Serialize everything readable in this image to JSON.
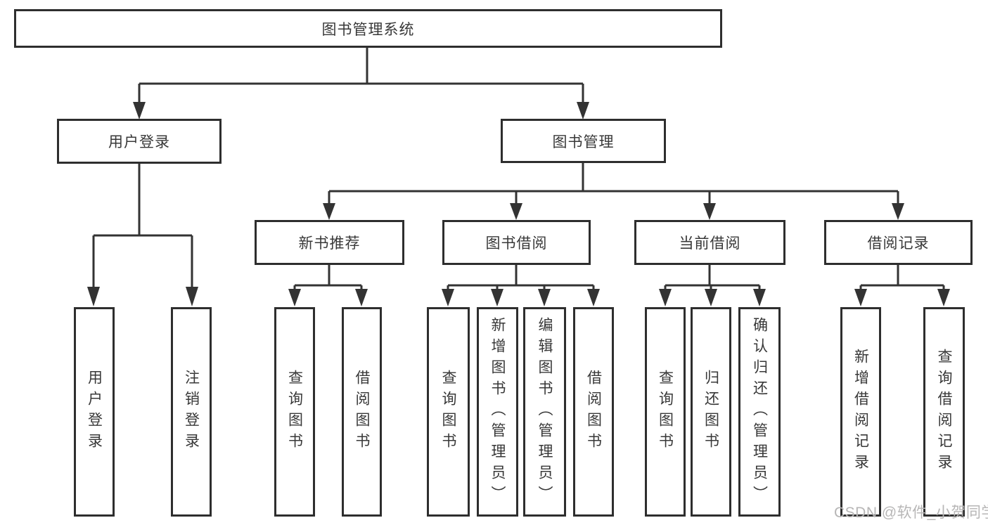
{
  "colors": {
    "line": "#333333",
    "box_border": "#2e2e2e",
    "text": "#383838",
    "watermark": "#b7b6b6",
    "background": "#ffffff"
  },
  "watermark": {
    "text": "CSDN @软件_小贺同学"
  },
  "tree": {
    "root": {
      "label": "图书管理系统",
      "children": [
        {
          "label": "用户登录",
          "children": [
            {
              "label": "用户登录"
            },
            {
              "label": "注销登录"
            }
          ]
        },
        {
          "label": "图书管理",
          "children": [
            {
              "label": "新书推荐",
              "children": [
                {
                  "label": "查询图书"
                },
                {
                  "label": "借阅图书"
                }
              ]
            },
            {
              "label": "图书借阅",
              "children": [
                {
                  "label": "查询图书"
                },
                {
                  "label": "新增图书（管理员）"
                },
                {
                  "label": "编辑图书（管理员）"
                },
                {
                  "label": "借阅图书"
                }
              ]
            },
            {
              "label": "当前借阅",
              "children": [
                {
                  "label": "查询图书"
                },
                {
                  "label": "归还图书"
                },
                {
                  "label": "确认归还（管理员）"
                }
              ]
            },
            {
              "label": "借阅记录",
              "children": [
                {
                  "label": "新增借阅记录"
                },
                {
                  "label": "查询借阅记录"
                }
              ]
            }
          ]
        }
      ]
    }
  }
}
